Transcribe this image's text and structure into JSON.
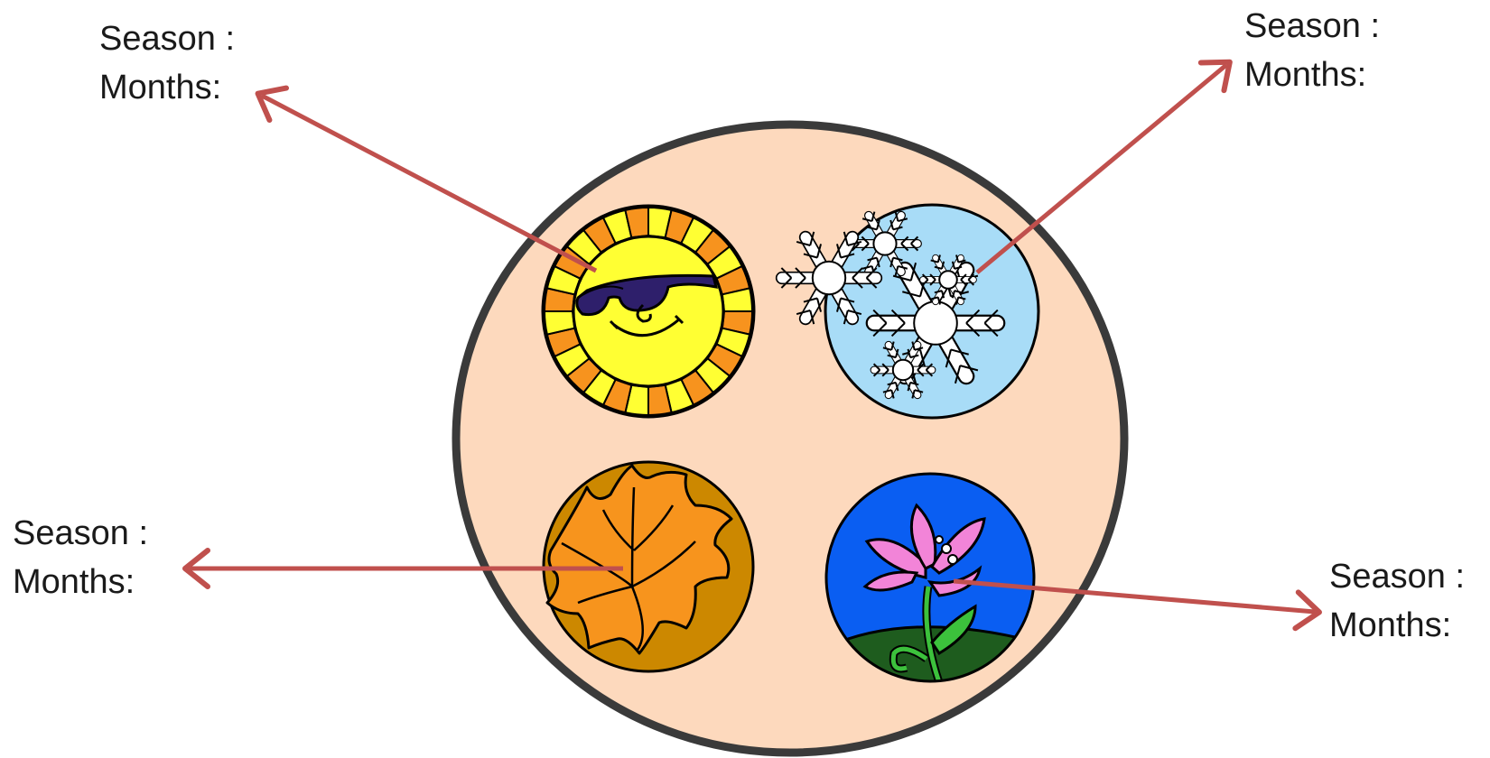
{
  "labels": {
    "top_left": {
      "season": "Season :",
      "months": "Months:"
    },
    "top_right": {
      "season": "Season :",
      "months": "Months:"
    },
    "bottom_left": {
      "season": "Season :",
      "months": "Months:"
    },
    "bottom_right": {
      "season": "Season :",
      "months": "Months:"
    }
  },
  "icons": {
    "top_left": "sun-with-sunglasses-icon",
    "top_right": "snowflakes-icon",
    "bottom_left": "autumn-leaf-icon",
    "bottom_right": "flower-icon"
  },
  "colors": {
    "plate": "#fdd9bd",
    "plate_border": "#3a3a3a",
    "arrow": "#c0504d",
    "sun_rays_orange": "#f7931e",
    "sun_rays_yellow": "#ffff33",
    "sun_face": "#ffff33",
    "sunglasses": "#2e1f6b",
    "winter_bg": "#a8dcf7",
    "autumn_bg": "#cc8800",
    "leaf": "#f7941d",
    "spring_sky": "#0a5ef2",
    "spring_ground": "#1e5c1e",
    "petal": "#f284d8",
    "stem": "#3cc13c"
  }
}
